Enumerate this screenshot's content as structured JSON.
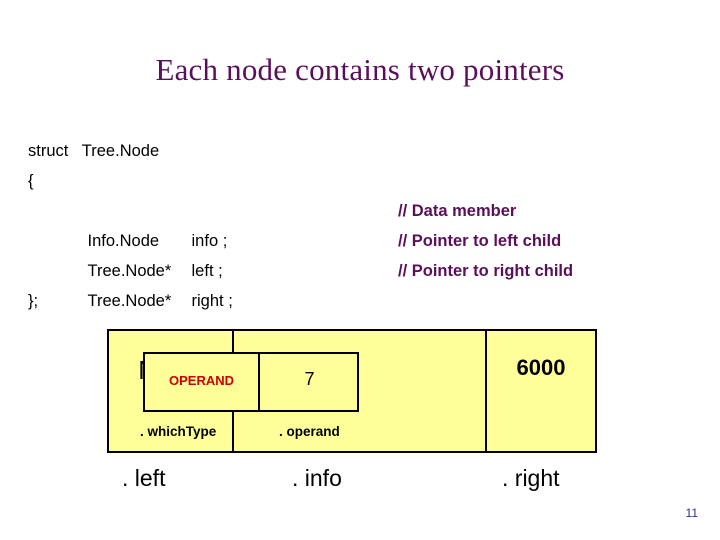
{
  "slide": {
    "title": "Each node contains two pointers",
    "number": "11",
    "code": {
      "line1": "struct   Tree.Node",
      "line2": "{",
      "members": [
        {
          "type": "Info.Node",
          "name": "info ;",
          "comment": "// Data member"
        },
        {
          "type": "Tree.Node*",
          "name": "left ;",
          "comment": "// Pointer to left child"
        },
        {
          "type": "Tree.Node*",
          "name": "right ;",
          "comment": "// Pointer to right child"
        }
      ],
      "line6": "};"
    },
    "diagram": {
      "left_cell": "NULL",
      "info_cell": {
        "which_type": "OPERAND",
        "operand": "7",
        "which_type_label": ". whichType",
        "operand_label": ". operand"
      },
      "right_cell": "6000",
      "labels": {
        "left": ". left",
        "info": ". info",
        "right": ". right"
      }
    },
    "colors": {
      "title": "#5b0f5b",
      "comment": "#5b0f5b",
      "node_fill": "#ffff99",
      "operand_text": "#cc0000",
      "slide_number": "#2e2e8f"
    }
  }
}
